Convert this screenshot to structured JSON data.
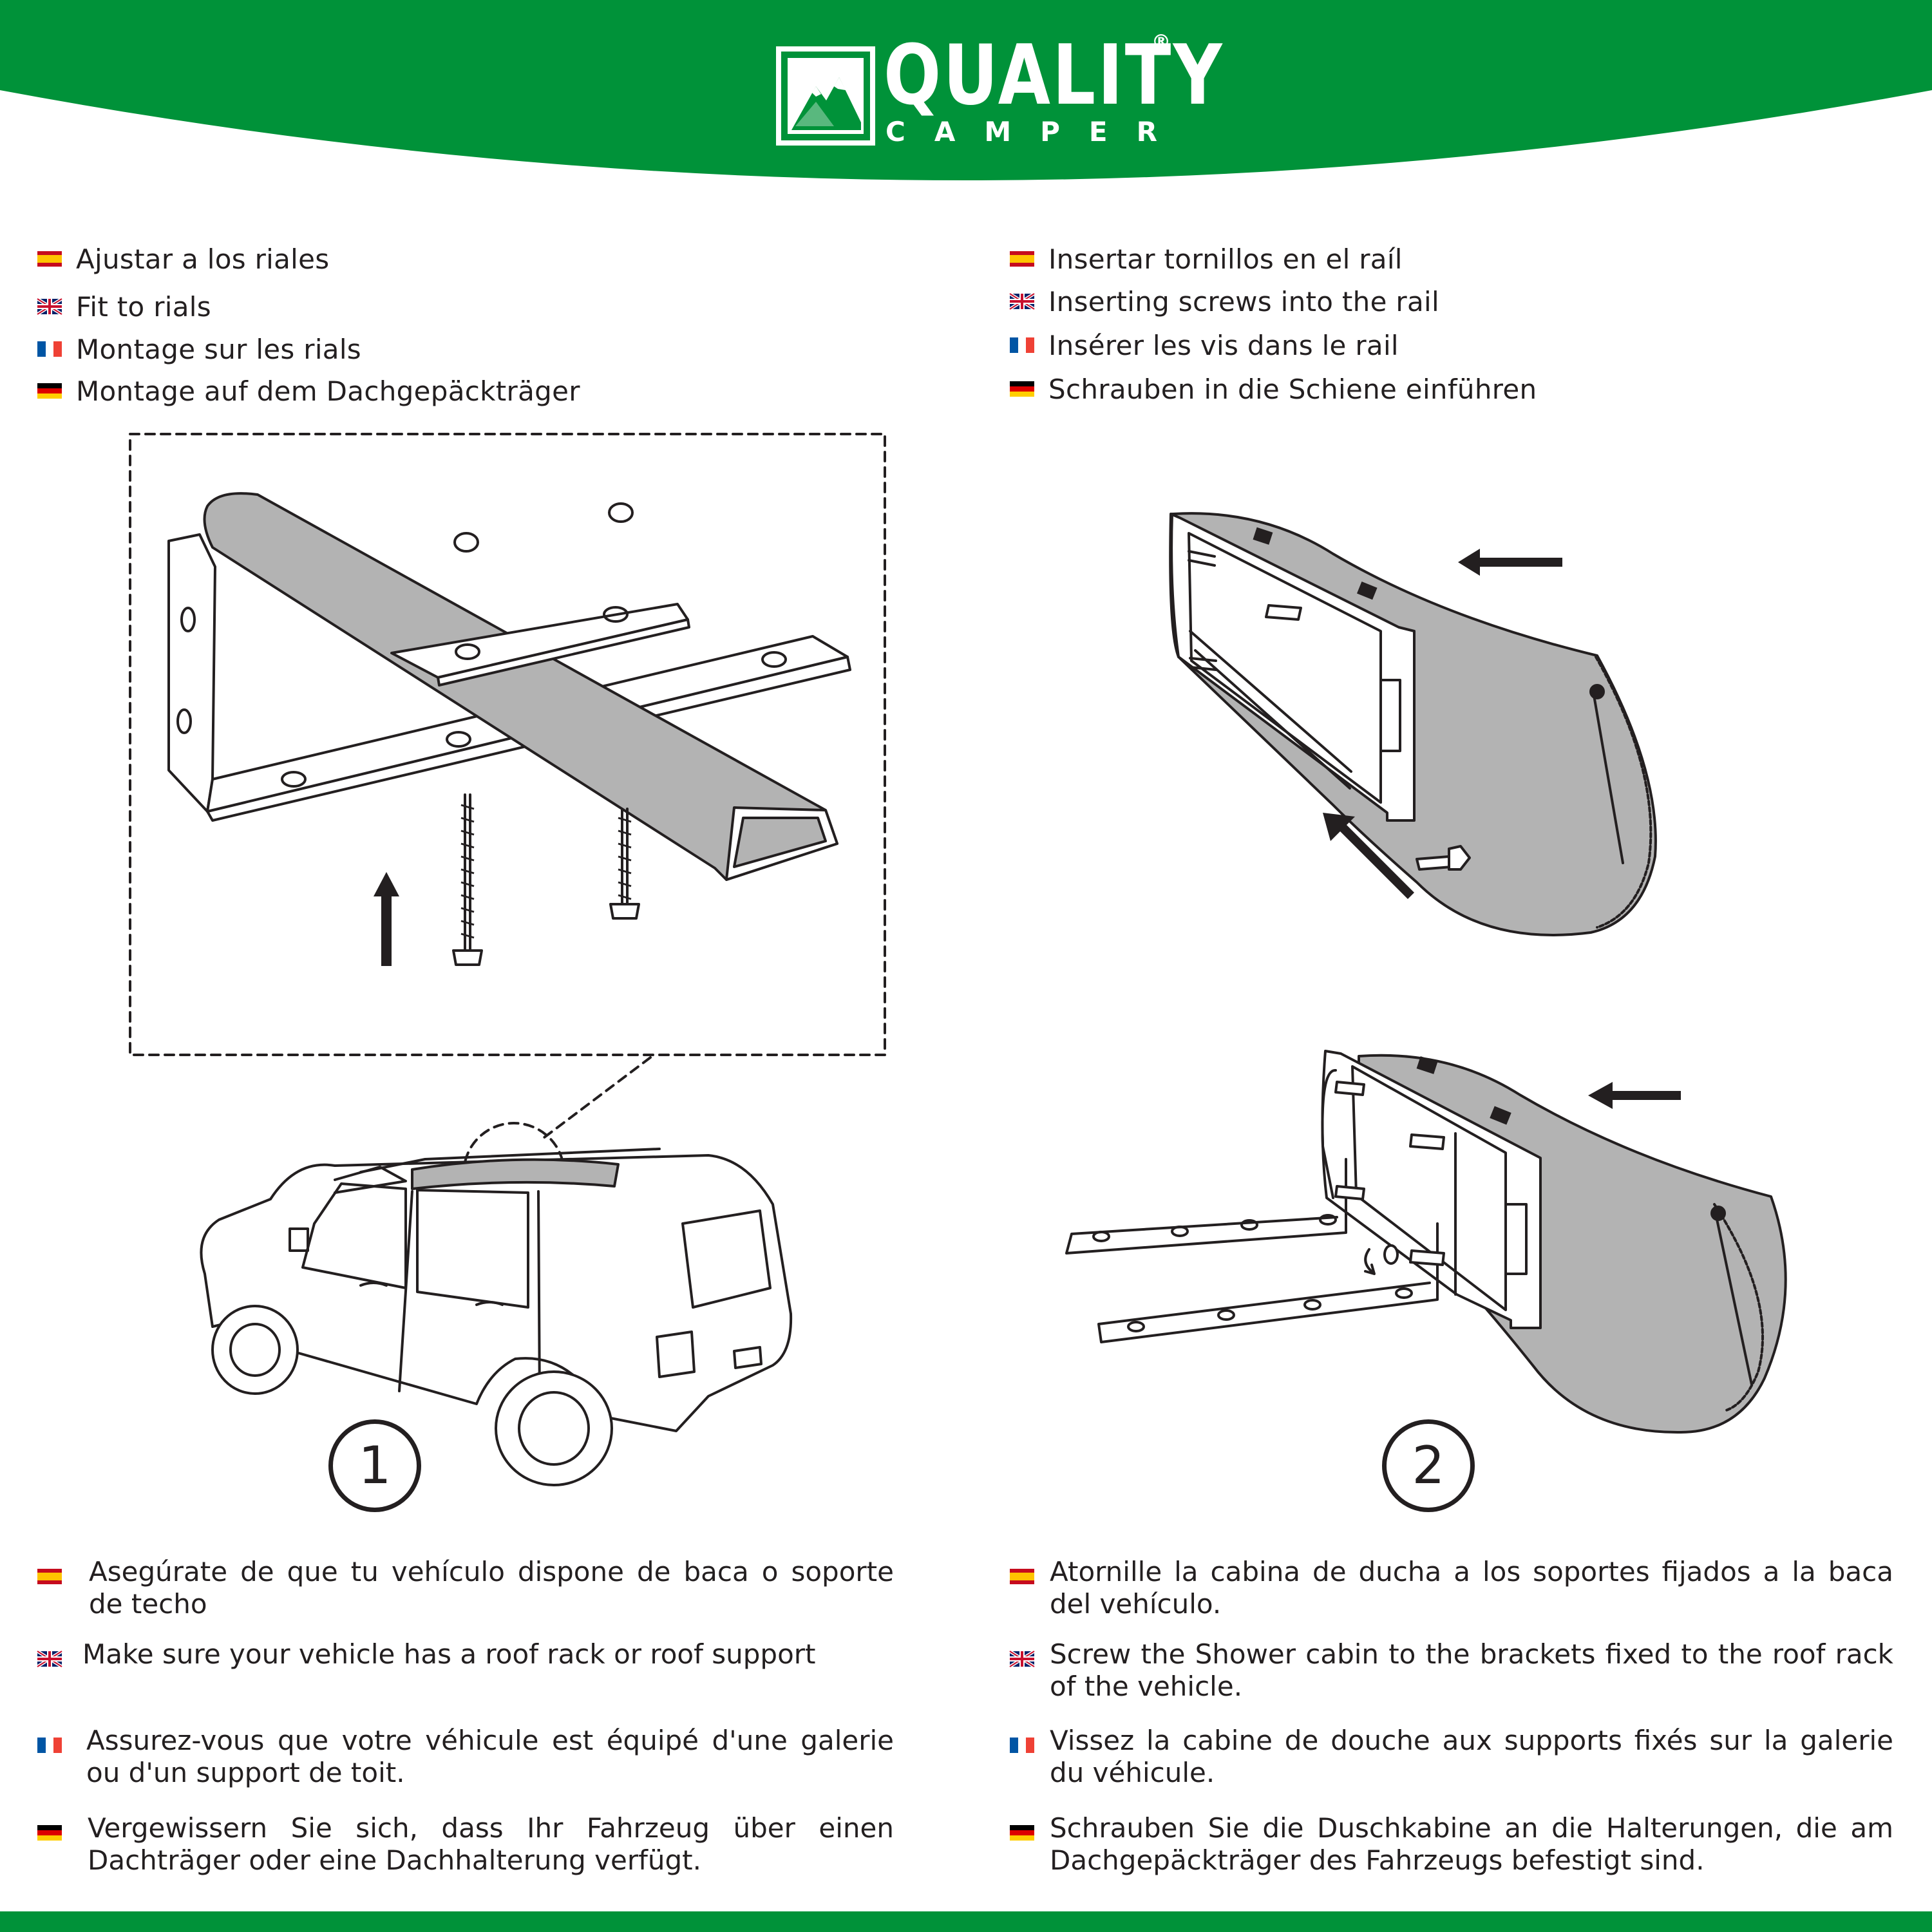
{
  "brand": {
    "title": "QUALITY",
    "subtitle": "CAMPER",
    "registered": "®",
    "colors": {
      "green": "#009239",
      "white": "#ffffff",
      "ink": "#231f20",
      "gray": "#b3b3b3"
    }
  },
  "step1": {
    "heading": [
      {
        "flag": "es-flag-icon",
        "text": "Ajustar a los riales"
      },
      {
        "flag": "uk-flag-icon",
        "text": "Fit to rials"
      },
      {
        "flag": "fr-flag-icon",
        "text": "Montage sur les rials"
      },
      {
        "flag": "de-flag-icon",
        "text": "Montage auf dem Dachgepäckträger"
      }
    ],
    "number": "1",
    "paragraphs": [
      {
        "flag": "es-flag-icon",
        "text": "Asegúrate de que tu vehículo dispone de baca o soporte de techo"
      },
      {
        "flag": "uk-flag-icon",
        "text": "Make sure your vehicle has a roof rack or roof support"
      },
      {
        "flag": "fr-flag-icon",
        "text": "Assurez-vous que votre véhicule est équipé d'une galerie ou d'un support de toit."
      },
      {
        "flag": "de-flag-icon",
        "text": "Vergewissern Sie sich, dass Ihr Fahrzeug über einen Dachträger oder eine Dachhalterung verfügt."
      }
    ]
  },
  "step2": {
    "heading": [
      {
        "flag": "es-flag-icon",
        "text": "Insertar tornillos en el raíl"
      },
      {
        "flag": "uk-flag-icon",
        "text": "Inserting screws into the rail"
      },
      {
        "flag": "fr-flag-icon",
        "text": "Insérer les vis dans le rail"
      },
      {
        "flag": "de-flag-icon",
        "text": "Schrauben in die Schiene einführen"
      }
    ],
    "number": "2",
    "paragraphs": [
      {
        "flag": "es-flag-icon",
        "text": "Atornille la cabina de ducha a los soportes fijados a la baca del vehículo."
      },
      {
        "flag": "uk-flag-icon",
        "text": "Screw the Shower cabin to the brackets fixed to the roof rack of the vehicle."
      },
      {
        "flag": "fr-flag-icon",
        "text": "Vissez la cabine de douche aux supports fixés sur la galerie du véhicule."
      },
      {
        "flag": "de-flag-icon",
        "text": "Schrauben Sie die Duschkabine an die Halterungen, die am Dachgepäckträger des Fahrzeugs befestigt sind."
      }
    ]
  }
}
